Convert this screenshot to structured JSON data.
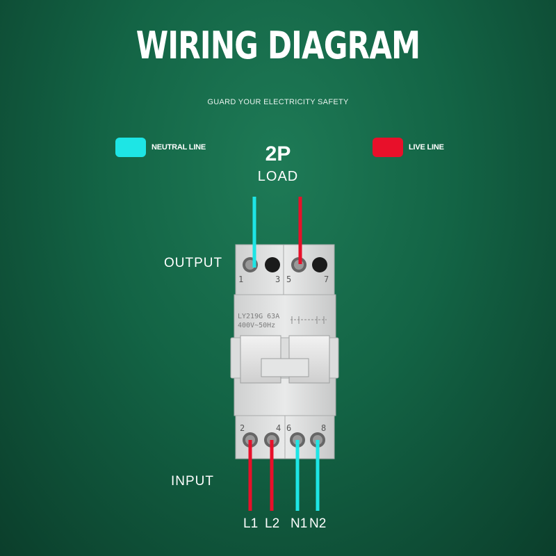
{
  "title": "WIRING DIAGRAM",
  "subtitle": "GUARD YOUR ELECTRICITY SAFETY",
  "legend": {
    "neutral": {
      "label": "NEUTRAL LINE",
      "color": "#1ee5e5"
    },
    "live": {
      "label": "LIVE LINE",
      "color": "#e8102a"
    }
  },
  "poles": "2P",
  "load_label": "LOAD",
  "output_label": "OUTPUT",
  "input_label": "INPUT",
  "device": {
    "model": "LY219G",
    "rating": "63A",
    "voltage": "400V~50Hz",
    "terminals_top": [
      "1",
      "3",
      "5",
      "7"
    ],
    "terminals_bottom": [
      "2",
      "4",
      "6",
      "8"
    ]
  },
  "wires_bottom": [
    "L1",
    "L2",
    "N1",
    "N2"
  ],
  "icons": {
    "screw": "screw-terminal-icon",
    "switch": "changeover-switch-symbol-icon"
  }
}
